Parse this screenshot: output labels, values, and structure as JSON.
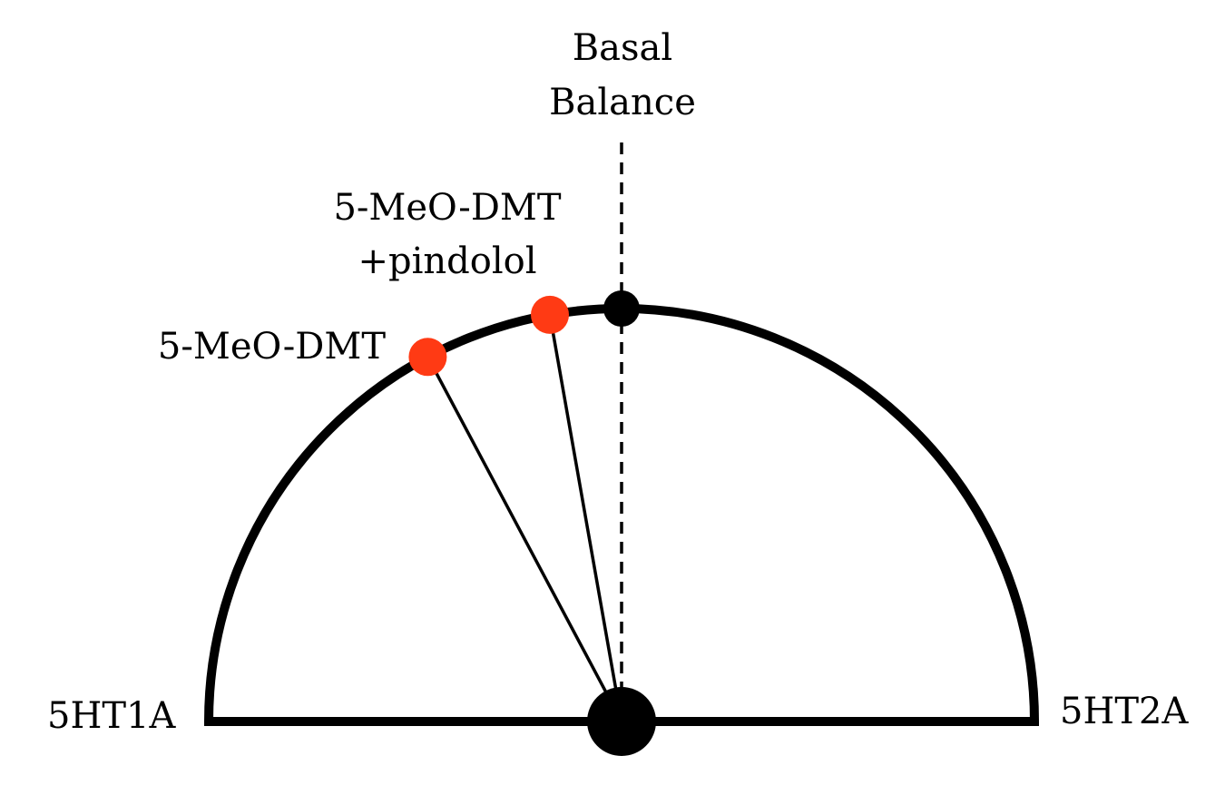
{
  "labels": {
    "basal_line1": "Basal",
    "basal_line2": "Balance",
    "left_axis": "5HT1A",
    "right_axis": "5HT2A",
    "drug_a": "5-MeO-DMT",
    "drug_b_line1": "5-MeO-DMT",
    "drug_b_line2": "+pindolol"
  },
  "colors": {
    "stroke": "#000000",
    "drug_point": "#ff3a14",
    "basal_point": "#000000",
    "background": "#ffffff"
  },
  "balance_angles_deg": {
    "basal": 90,
    "drug_a": 118,
    "drug_b": 100
  }
}
